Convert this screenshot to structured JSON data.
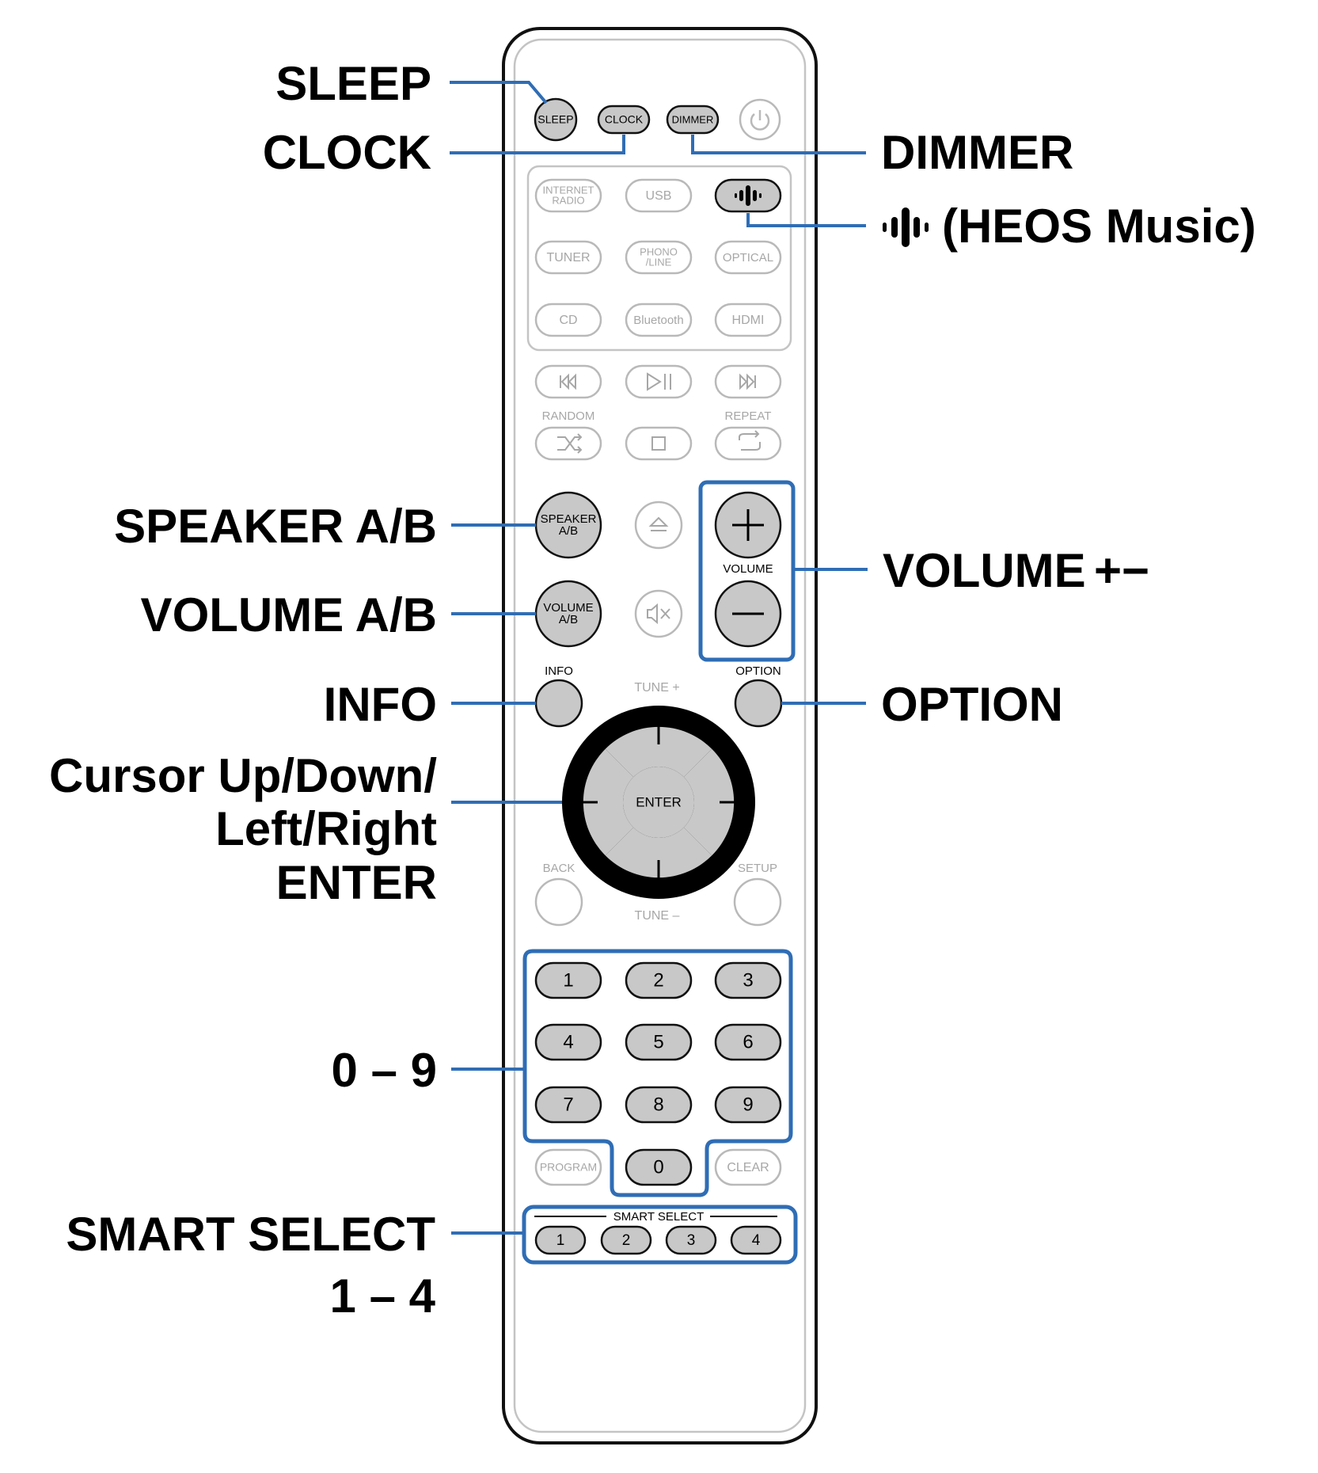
{
  "remote": {
    "top_row": {
      "sleep": "SLEEP",
      "clock": "CLOCK",
      "dimmer": "DIMMER"
    },
    "sources": {
      "internet_radio_1": "INTERNET",
      "internet_radio_2": "RADIO",
      "usb": "USB",
      "tuner": "TUNER",
      "phono_1": "PHONO",
      "phono_2": "/LINE",
      "optical": "OPTICAL",
      "cd": "CD",
      "bluetooth": "Bluetooth",
      "hdmi": "HDMI"
    },
    "playback": {
      "random": "RANDOM",
      "repeat": "REPEAT"
    },
    "speaker_ab_1": "SPEAKER",
    "speaker_ab_2": "A/B",
    "volume_ab_1": "VOLUME",
    "volume_ab_2": "A/B",
    "volume_label": "VOLUME",
    "info": "INFO",
    "option": "OPTION",
    "tune_plus": "TUNE +",
    "tune_minus": "TUNE –",
    "enter": "ENTER",
    "back": "BACK",
    "setup": "SETUP",
    "numbers": [
      "1",
      "2",
      "3",
      "4",
      "5",
      "6",
      "7",
      "8",
      "9",
      "0"
    ],
    "program": "PROGRAM",
    "clear": "CLEAR",
    "smart_select_label": "SMART SELECT",
    "smart_select": [
      "1",
      "2",
      "3",
      "4"
    ]
  },
  "callouts": {
    "sleep": "SLEEP",
    "clock": "CLOCK",
    "dimmer": "DIMMER",
    "heos": "(HEOS Music)",
    "speaker_ab": "SPEAKER A/B",
    "volume_ab": "VOLUME A/B",
    "volume_pm": "VOLUME",
    "volume_pm_symbols": "+−",
    "info": "INFO",
    "option": "OPTION",
    "cursor_1": "Cursor Up/Down/",
    "cursor_2": "Left/Right",
    "cursor_3": "ENTER",
    "digits": "0 – 9",
    "smart_1": "SMART SELECT",
    "smart_2": "1 – 4"
  },
  "colors": {
    "leader": "#2f6db5",
    "active_button": "#c8c8c8",
    "inactive_text": "#a7a7a7"
  }
}
